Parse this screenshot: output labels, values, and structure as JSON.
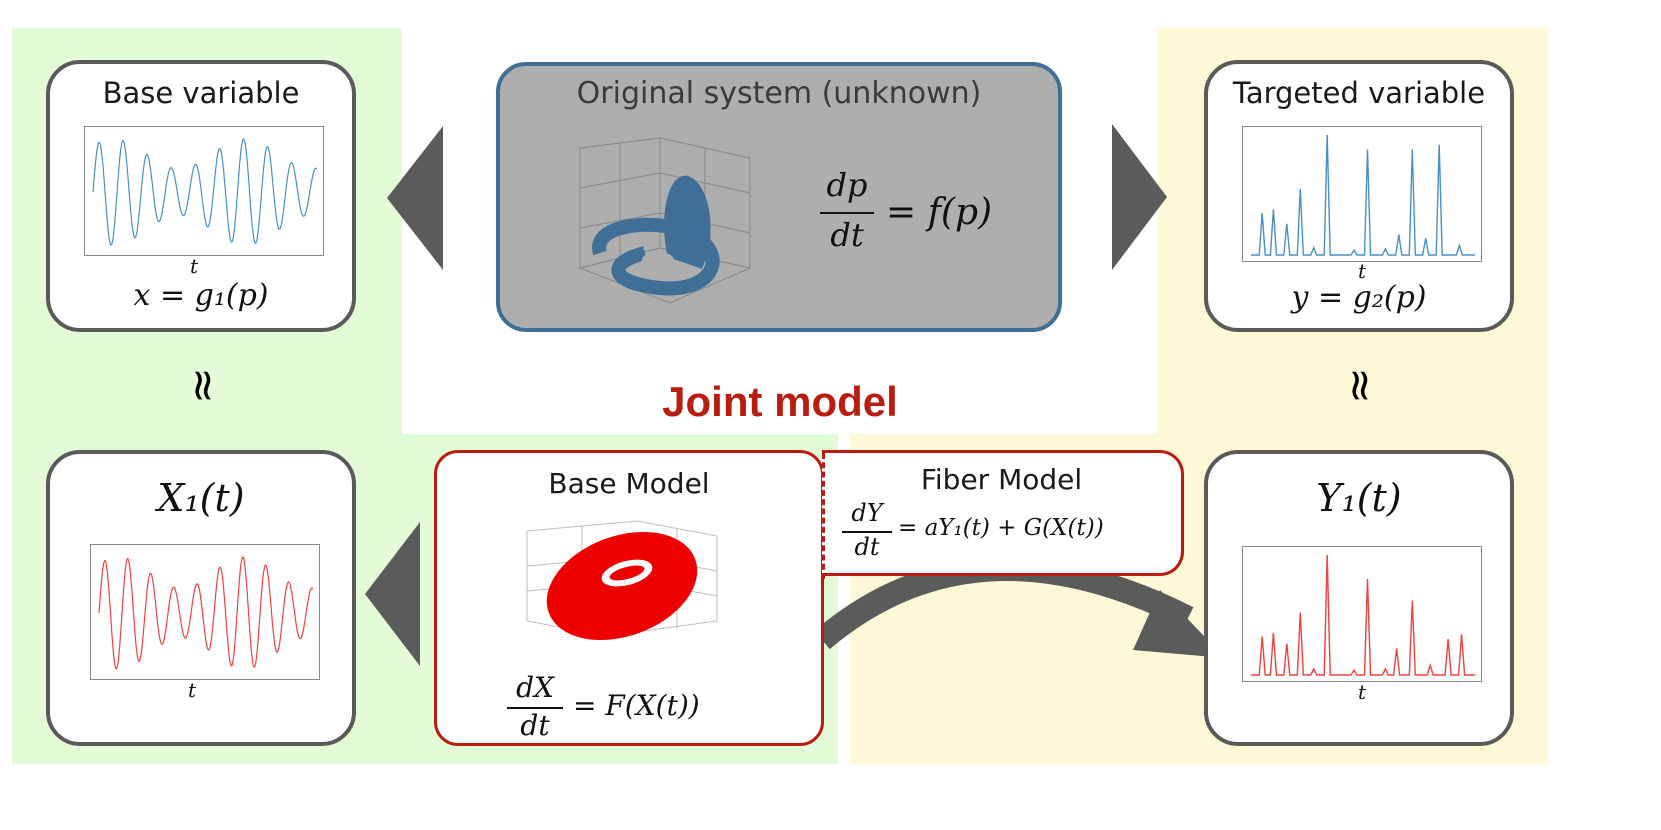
{
  "colors": {
    "green_panel": "#e3fbd6",
    "yellow_panel": "#fdf9d6",
    "original_fill": "#aeaeae",
    "original_border": "#3f6f96",
    "red": "#b81d10",
    "arrow_gray": "#5b5b5b",
    "blue_signal": "#4a8fc4",
    "red_signal": "#f04040"
  },
  "original": {
    "title": "Original system (unknown)",
    "equation": {
      "lhs_num": "dp",
      "lhs_den": "dt",
      "rhs": "= f(p)"
    }
  },
  "base_variable": {
    "title": "Base variable",
    "axis": "t",
    "equation": "x = g₁(p)"
  },
  "targeted_variable": {
    "title": "Targeted variable",
    "axis": "t",
    "equation": "y = g₂(p)"
  },
  "approx_symbol": "≈",
  "joint_model_label": "Joint model",
  "x1": {
    "title": "X₁(t)",
    "axis": "t"
  },
  "y1": {
    "title": "Y₁(t)",
    "axis": "t"
  },
  "base_model": {
    "title": "Base Model",
    "equation": {
      "lhs_num": "dX",
      "lhs_den": "dt",
      "rhs": "= F(X(t))"
    }
  },
  "fiber_model": {
    "title": "Fiber Model",
    "equation": {
      "lhs_num": "dY",
      "lhs_den": "dt",
      "rhs": "= aY₁(t) + G(X(t))"
    }
  },
  "icons": [
    "left-triangle-arrow-icon",
    "right-triangle-arrow-icon",
    "curved-arrow-icon",
    "attractor-3d-icon"
  ]
}
